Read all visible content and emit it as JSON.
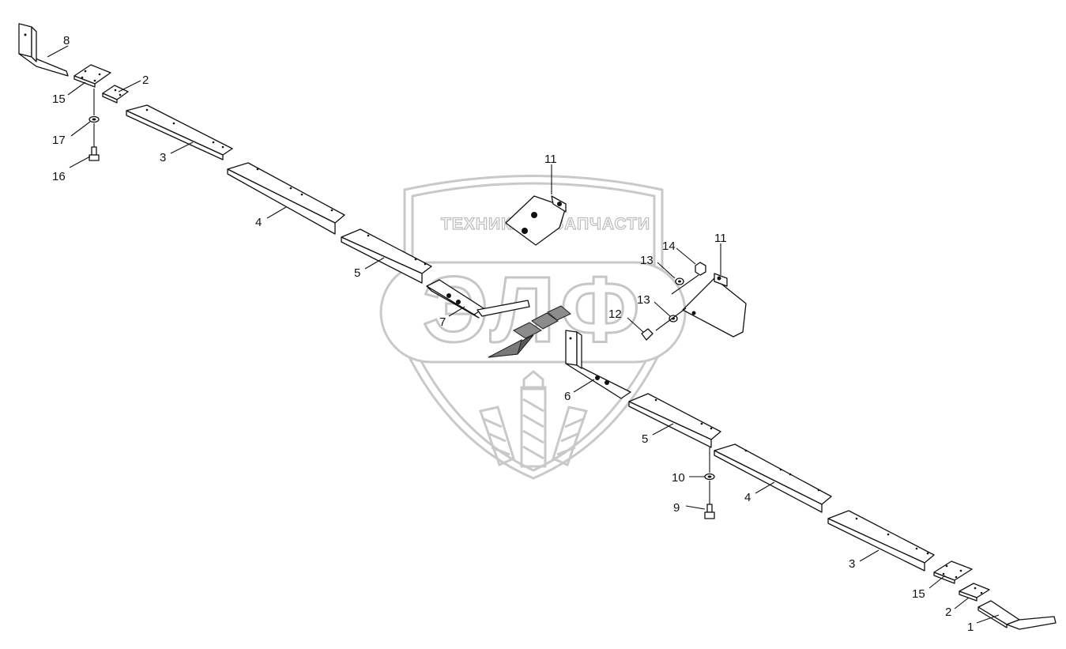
{
  "watermark": {
    "text_left": "ТЕХНИКА",
    "text_right": "ЗАПЧАСТИ",
    "monogram": "ЭЛФ",
    "color": "#c9c9c9"
  },
  "callouts": {
    "c1": "1",
    "c2a": "2",
    "c2b": "2",
    "c3a": "3",
    "c3b": "3",
    "c4a": "4",
    "c4b": "4",
    "c5a": "5",
    "c5b": "5",
    "c6": "6",
    "c7": "7",
    "c8": "8",
    "c9": "9",
    "c10": "10",
    "c11a": "11",
    "c11b": "11",
    "c12": "12",
    "c13a": "13",
    "c13b": "13",
    "c14": "14",
    "c15a": "15",
    "c15b": "15",
    "c16": "16",
    "c17": "17"
  }
}
